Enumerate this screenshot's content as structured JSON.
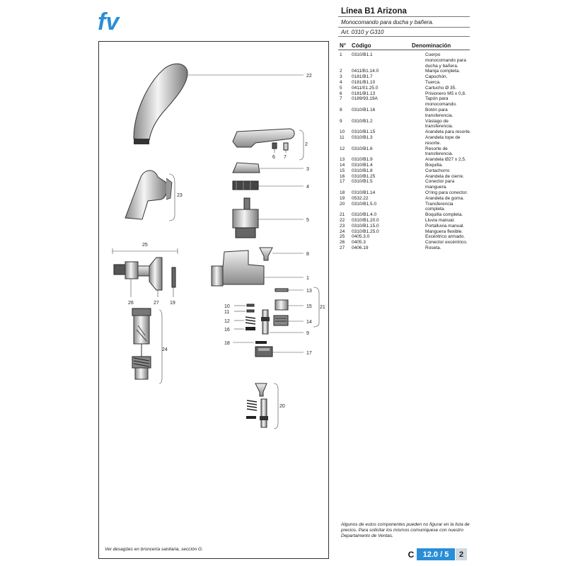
{
  "header": {
    "title": "Línea B1 Arizona",
    "subtitle": "Monocomando para ducha y bañera.",
    "article": "Art. 0310 y G310"
  },
  "brand": {
    "logo_text": "fv",
    "color": "#2a8ed6"
  },
  "table": {
    "headers": [
      "N°",
      "Código",
      "Denominación"
    ],
    "rows": [
      {
        "n": "1",
        "code": "0310/B1.1",
        "desc": "Cuerpo monocomando para ducha y bañera."
      },
      {
        "n": "2",
        "code": "0411/B1.14.0",
        "desc": "Manija completa."
      },
      {
        "n": "3",
        "code": "0181/B1.7",
        "desc": "Capuchón."
      },
      {
        "n": "4",
        "code": "0181/B1.10",
        "desc": "Tuerca."
      },
      {
        "n": "5",
        "code": "0411/01.25.0",
        "desc": "Cartucho Ø 35."
      },
      {
        "n": "6",
        "code": "0181/B1.13",
        "desc": "Prisionero M5 x 0,8."
      },
      {
        "n": "7",
        "code": "0189/93.19A",
        "desc": "Tapón para monocomando."
      },
      {
        "n": "8",
        "code": "0310/B1.16",
        "desc": "Botón para transferencia."
      },
      {
        "n": "9",
        "code": "0310/B1.2",
        "desc": "Vástago de transferencia."
      },
      {
        "n": "10",
        "code": "0310/B1.15",
        "desc": "Arandela para resorte."
      },
      {
        "n": "11",
        "code": "0310/B1.3",
        "desc": "Arandela tope de resorte."
      },
      {
        "n": "12",
        "code": "0310/B1.6",
        "desc": "Resorte de transferencia."
      },
      {
        "n": "13",
        "code": "0310/B1.9",
        "desc": "Arandela Ø27 x 2,5."
      },
      {
        "n": "14",
        "code": "0310/B1.4",
        "desc": "Boquilla."
      },
      {
        "n": "15",
        "code": "0310/B1.8",
        "desc": "Cortachorro"
      },
      {
        "n": "16",
        "code": "0310/B1.25",
        "desc": "Arandela de cierre."
      },
      {
        "n": "17",
        "code": "0310/B1.5",
        "desc": "Conector para manguera."
      },
      {
        "n": "18",
        "code": "0310/B1.14",
        "desc": "O'ring para conector."
      },
      {
        "n": "19",
        "code": "0532.22",
        "desc": "Arandela de goma."
      },
      {
        "n": "20",
        "code": "0310/B1.5.0",
        "desc": "Transferencia completa."
      },
      {
        "n": "21",
        "code": "0310/B1.4.0",
        "desc": "Boquilla completa."
      },
      {
        "n": "22",
        "code": "0310/B1.20.0",
        "desc": "Lluvia manual."
      },
      {
        "n": "23",
        "code": "0310/B1.15.0",
        "desc": "Portalluvia manual."
      },
      {
        "n": "24",
        "code": "0310/B1.25.0",
        "desc": "Manguera flexible."
      },
      {
        "n": "25",
        "code": "0405.3.0",
        "desc": "Excéntrico armado."
      },
      {
        "n": "26",
        "code": "0405.3",
        "desc": "Conector excéntrico."
      },
      {
        "n": "27",
        "code": "0406.19",
        "desc": "Roseta."
      }
    ]
  },
  "footnote": "Algunos de estos componentes pueden no figurar en la lista de precios. Para solicitar los mismos comuníquese con nuestro Departamento de Ventas.",
  "diagram": {
    "note": "Ver desagües en broncería sanitaria, sección G.",
    "labels": {
      "l1": "1",
      "l2": "2",
      "l3": "3",
      "l4": "4",
      "l5": "5",
      "l6": "6",
      "l7": "7",
      "l8": "8",
      "l9": "9",
      "l10": "10",
      "l11": "11",
      "l12": "12",
      "l13": "13",
      "l14": "14",
      "l15": "15",
      "l16": "16",
      "l17": "17",
      "l18": "18",
      "l19": "19",
      "l20": "20",
      "l21": "21",
      "l22": "22",
      "l23": "23",
      "l24": "24",
      "l25": "25",
      "l26": "26",
      "l27": "27"
    }
  },
  "page_badge": {
    "section": "C",
    "page": "12.0 / 5",
    "sheet": "2",
    "accent": "#2a8ed6"
  }
}
